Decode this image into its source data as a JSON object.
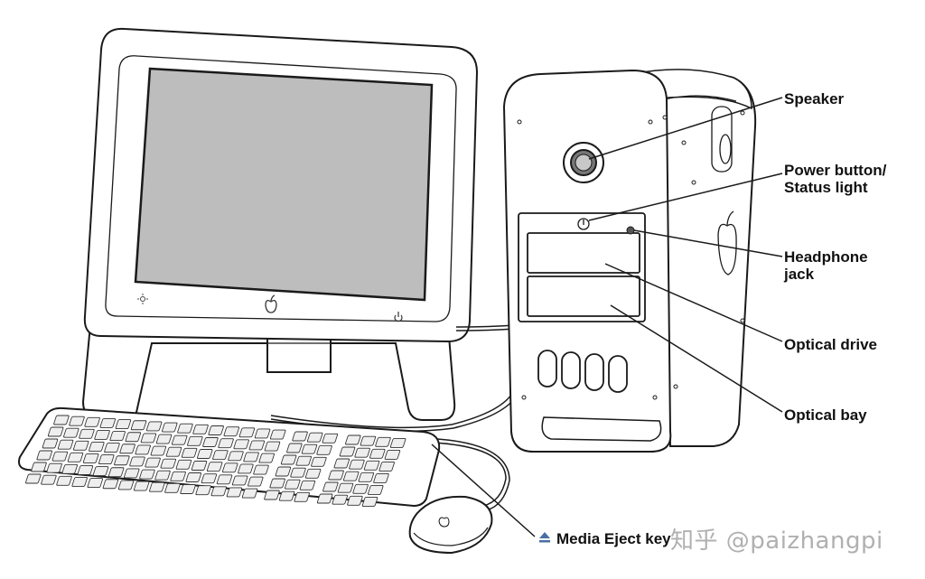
{
  "labels": {
    "speaker": "Speaker",
    "power_line1": "Power button/",
    "power_line2": "Status light",
    "headphone_line1": "Headphone",
    "headphone_line2": "jack",
    "optical_drive": "Optical drive",
    "optical_bay": "Optical bay",
    "media_eject_key": "Media Eject key"
  },
  "watermark": "知乎 @paizhangpi",
  "colors": {
    "screen": "#bdbdbd",
    "outline": "#1a1a1a",
    "body": "#ffffff"
  },
  "icons": [
    "apple-logo-icon",
    "brightness-icon",
    "power-icon",
    "eject-icon"
  ]
}
